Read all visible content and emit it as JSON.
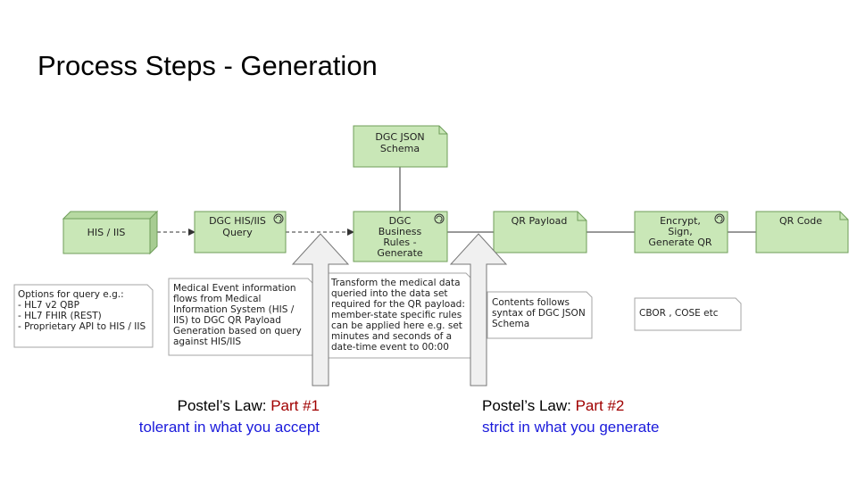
{
  "slide": {
    "title": "Process Steps - Generation"
  },
  "nodes": {
    "his_iis": {
      "label": "HIS / IIS"
    },
    "query": {
      "lines": [
        "DGC HIS/IIS",
        "Query"
      ]
    },
    "schema": {
      "lines": [
        "DGC JSON",
        "Schema"
      ]
    },
    "rules": {
      "lines": [
        "DGC",
        "Business",
        "Rules -",
        "Generate"
      ]
    },
    "qr_payload": {
      "label": "QR Payload"
    },
    "encrypt": {
      "lines": [
        "Encrypt,",
        "Sign,",
        "Generate QR"
      ]
    },
    "qr_code": {
      "label": "QR Code"
    }
  },
  "notes": {
    "options": {
      "lines": [
        "Options for query e.g.:",
        "- HL7 v2 QBP",
        "- HL7 FHIR (REST)",
        "- Proprietary API to HIS / IIS"
      ]
    },
    "medical": {
      "lines": [
        "Medical Event information",
        "flows from Medical",
        "Information System (HIS /",
        "IIS) to DGC QR Payload",
        "Generation based on query",
        "against HIS/IIS"
      ]
    },
    "transform": {
      "lines": [
        "Transform the medical data",
        "queried into the data set",
        "required for the QR payload:",
        "member-state specific rules",
        "can be applied here e.g. set",
        "minutes and seconds of a",
        "date-time event to 00:00"
      ]
    },
    "contents": {
      "lines": [
        "Contents follows",
        "syntax of DGC JSON",
        "Schema"
      ]
    },
    "cbor": {
      "lines": [
        "CBOR , COSE etc"
      ]
    }
  },
  "postel": {
    "part1": {
      "law": "Postel’s Law: ",
      "part": "Part #1",
      "desc": "tolerant in what you accept"
    },
    "part2": {
      "law": "Postel’s Law: ",
      "part": "Part #2",
      "desc": "strict in what you generate"
    }
  },
  "colors": {
    "node_fill": "#c9e7b7",
    "node_stroke": "#6f9e5a",
    "note_stroke": "#a6a6a6",
    "arrow_fill": "#f0f0f0",
    "red": "#a00000",
    "blue": "#1a1adb"
  }
}
